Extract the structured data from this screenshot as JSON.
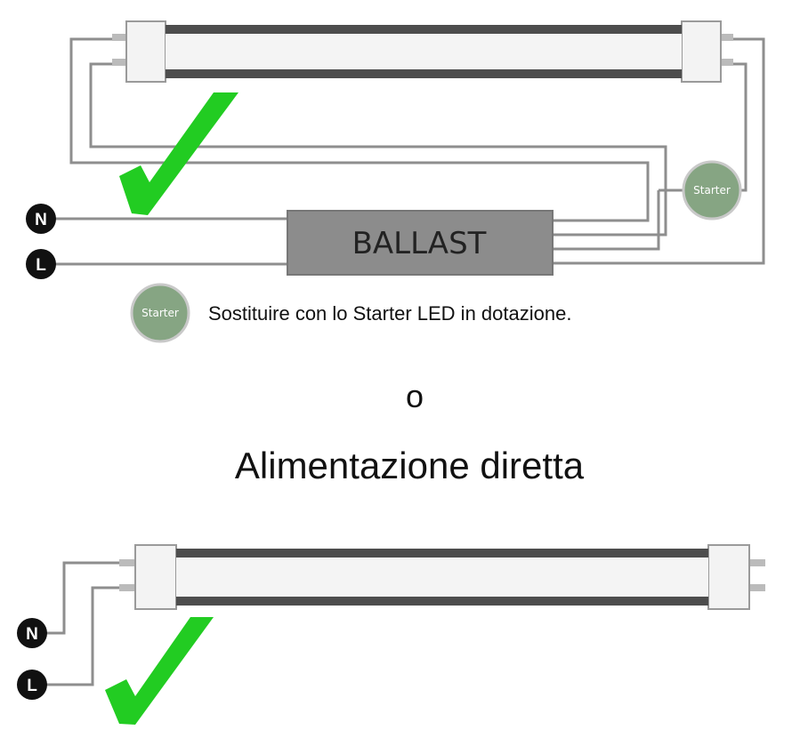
{
  "ballast": {
    "label": "BALLAST"
  },
  "nodes": {
    "neutral": "N",
    "line": "L"
  },
  "starter": {
    "label": "Starter"
  },
  "note": {
    "text": "Sostituire con lo Starter LED in dotazione."
  },
  "separator": {
    "text": "o"
  },
  "direct": {
    "title": "Alimentazione diretta"
  },
  "colors": {
    "check": "#22cc22",
    "ballast": "#8a8a8a",
    "starter": "#86a583",
    "wire": "#999999",
    "node": "#111111"
  },
  "icons": [
    "check-icon",
    "starter-icon",
    "led-tube-icon"
  ]
}
